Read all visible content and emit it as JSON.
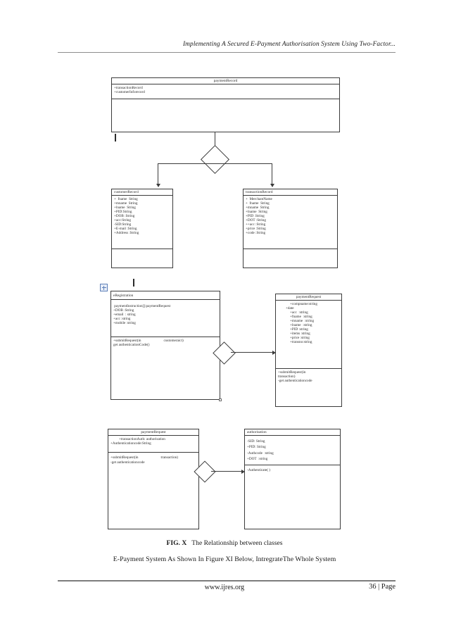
{
  "page": {
    "header": "Implementing A Secured E-Payment Authorisation System Using Two-Factor...",
    "figure_caption_label": "FIG. X",
    "figure_caption_text": "The Relationship between classes",
    "body_line": "E-Payment System As Shown In Figure XI Below, IntregrateThe Whole System",
    "footer_site": "www.ijres.org",
    "footer_page": "36 | Page"
  },
  "diagram": {
    "title": "UML class relationship diagram",
    "classes": {
      "payment_record": {
        "name": "paymentRecord",
        "attributes": [
          "+transactionRecord",
          "+customerInforecord"
        ],
        "operations": []
      },
      "customer_record": {
        "name": "customerRecord",
        "attributes": [
          "+  fname  String",
          "+mname  String",
          "+lname  String",
          "+PID:String",
          "+DOB :String",
          "+acc:String",
          "-SID:String",
          "+E-mail :String",
          "+Address :String"
        ],
        "operations": []
      },
      "transaction_record": {
        "name": "transactionRecord",
        "attributes": [
          "+  MerchantName",
          "+  fname  String",
          "+mname  String",
          "+lname  String",
          "+PID :String",
          "+DOT :String",
          "++acc :String",
          "+price :String",
          "+code :String"
        ],
        "operations": []
      },
      "e_registration": {
        "name": "eRegistration",
        "attributes": [
          " paymentInstruction[]:paymentRequest",
          "+DOB :String",
          "+email  : string",
          "+acc :string",
          "+mobile :string"
        ],
        "operations_left": "+submitRequest(in",
        "operations_right": "customeraict)",
        "operations_second": "get authenticationCode()"
      },
      "payment_request_top": {
        "name": "paymentRequest",
        "attributes": [
          "+compname:string",
          "+date",
          "+acc  :string",
          "+fname  :string",
          "+mname  :string",
          "+lname  :string",
          "+PID :string",
          "+items :string",
          "+price :string",
          "+transno:string"
        ],
        "operations": [
          "+submitRequest(in",
          "transaction)",
          "-get authenticationcode"
        ]
      },
      "payment_request_bottom": {
        "name": "paymentRequest",
        "attributes": [
          "+transactionAuth: authorisation",
          "+Authenticationcode:String"
        ],
        "operations_left": "+submitRequest(in",
        "operations_right": "transaction)",
        "operations_second": "-get authenticationcode"
      },
      "authorisation": {
        "name": "authorisation",
        "attributes": [
          "-SID: String",
          "+PID: String",
          "-Authcode  :string",
          "+DOT  :string"
        ],
        "operations": [
          "-Authenticate( )"
        ]
      }
    },
    "relationships": [
      {
        "from": "payment_record",
        "to": "customer_record",
        "type": "aggregation-branch"
      },
      {
        "from": "payment_record",
        "to": "transaction_record",
        "type": "aggregation-branch"
      },
      {
        "from": "e_registration",
        "to": "payment_request_top",
        "type": "aggregation"
      },
      {
        "from": "payment_request_bottom",
        "to": "authorisation",
        "type": "aggregation"
      }
    ]
  },
  "colors": {
    "ink": "#2b2b2b",
    "stroke": "#3b3b3b",
    "rule": "#8d8d8d",
    "handle_border": "#5d7fb8",
    "handle_fill": "#e8eef8"
  }
}
